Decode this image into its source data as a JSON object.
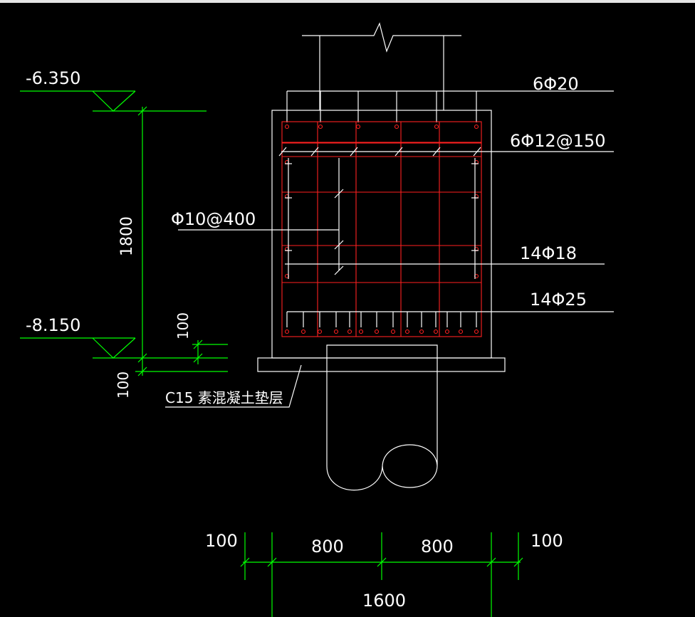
{
  "labels": {
    "elev_top": "-6.350",
    "elev_bottom": "-8.150",
    "depth": "1800",
    "pad_thick_a": "100",
    "pad_thick_b": "100",
    "top_bars": "6Φ20",
    "stirrups": "6Φ12@150",
    "tie_bars": "Φ10@400",
    "side_bars": "14Φ18",
    "bottom_bars": "14Φ25",
    "bedding": "C15  素混凝土垫层",
    "dim_left_offset": "100",
    "dim_half_left": "800",
    "dim_half_right": "800",
    "dim_right_offset": "100",
    "dim_total": "1600"
  },
  "colors": {
    "outline": "#ffffff",
    "dimension": "#00ff00",
    "rebar": "#ff2020",
    "background": "#000000"
  }
}
